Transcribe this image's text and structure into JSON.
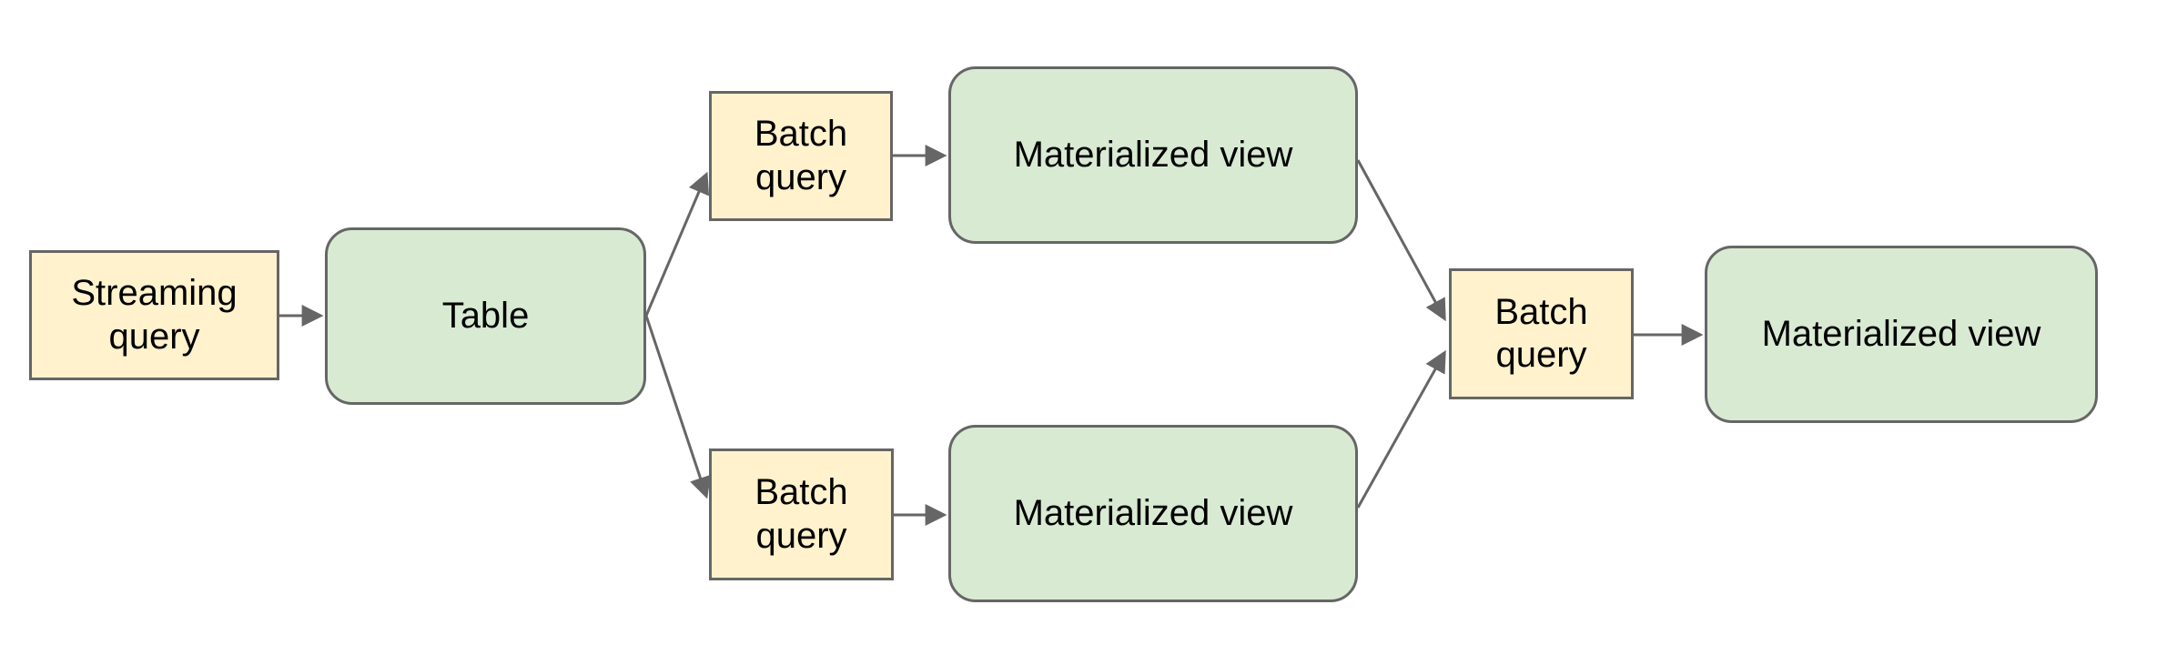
{
  "diagram": {
    "background": "#FFFFFF",
    "nodes": {
      "streaming_query": {
        "label": "Streaming query",
        "shape": "rectangle",
        "fill": "#FFF2CC"
      },
      "table": {
        "label": "Table",
        "shape": "rounded-rectangle",
        "fill": "#D9EAD3"
      },
      "batch_query_top": {
        "label": "Batch query",
        "shape": "rectangle",
        "fill": "#FFF2CC"
      },
      "materialized_view_top": {
        "label": "Materialized view",
        "shape": "rounded-rectangle",
        "fill": "#D9EAD3"
      },
      "batch_query_bottom": {
        "label": "Batch query",
        "shape": "rectangle",
        "fill": "#FFF2CC"
      },
      "materialized_view_bottom": {
        "label": "Materialized view",
        "shape": "rounded-rectangle",
        "fill": "#D9EAD3"
      },
      "batch_query_final": {
        "label": "Batch query",
        "shape": "rectangle",
        "fill": "#FFF2CC"
      },
      "materialized_view_final": {
        "label": "Materialized view",
        "shape": "rounded-rectangle",
        "fill": "#D9EAD3"
      }
    },
    "edges": [
      {
        "from": "streaming_query",
        "to": "table"
      },
      {
        "from": "table",
        "to": "batch_query_top"
      },
      {
        "from": "batch_query_top",
        "to": "materialized_view_top"
      },
      {
        "from": "table",
        "to": "batch_query_bottom"
      },
      {
        "from": "batch_query_bottom",
        "to": "materialized_view_bottom"
      },
      {
        "from": "materialized_view_top",
        "to": "batch_query_final"
      },
      {
        "from": "materialized_view_bottom",
        "to": "batch_query_final"
      },
      {
        "from": "batch_query_final",
        "to": "materialized_view_final"
      }
    ],
    "colors": {
      "node_border": "#666666",
      "arrow": "#666666",
      "text": "#000000",
      "yellow_fill": "#FFF2CC",
      "green_fill": "#D9EAD3"
    }
  }
}
